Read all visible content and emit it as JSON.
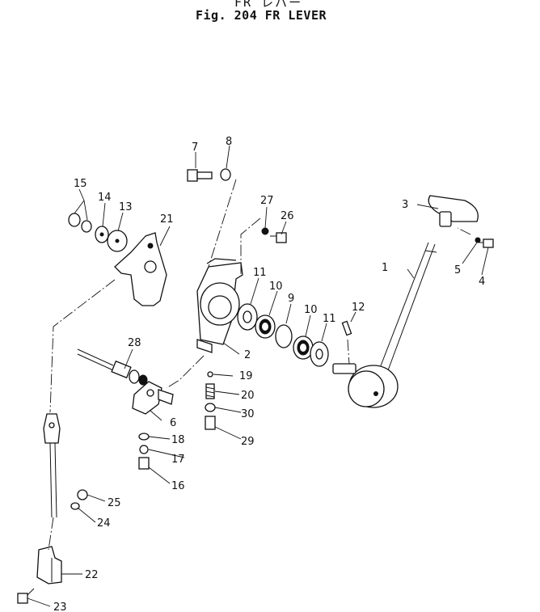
{
  "title": {
    "jp": "FR レバー",
    "en": "Fig. 204 FR LEVER"
  },
  "callouts": [
    "1",
    "2",
    "3",
    "4",
    "5",
    "6",
    "7",
    "8",
    "9",
    "10",
    "10",
    "11",
    "11",
    "12",
    "13",
    "14",
    "15",
    "16",
    "17",
    "18",
    "19",
    "20",
    "21",
    "22",
    "23",
    "24",
    "25",
    "26",
    "27",
    "28",
    "29",
    "30"
  ]
}
